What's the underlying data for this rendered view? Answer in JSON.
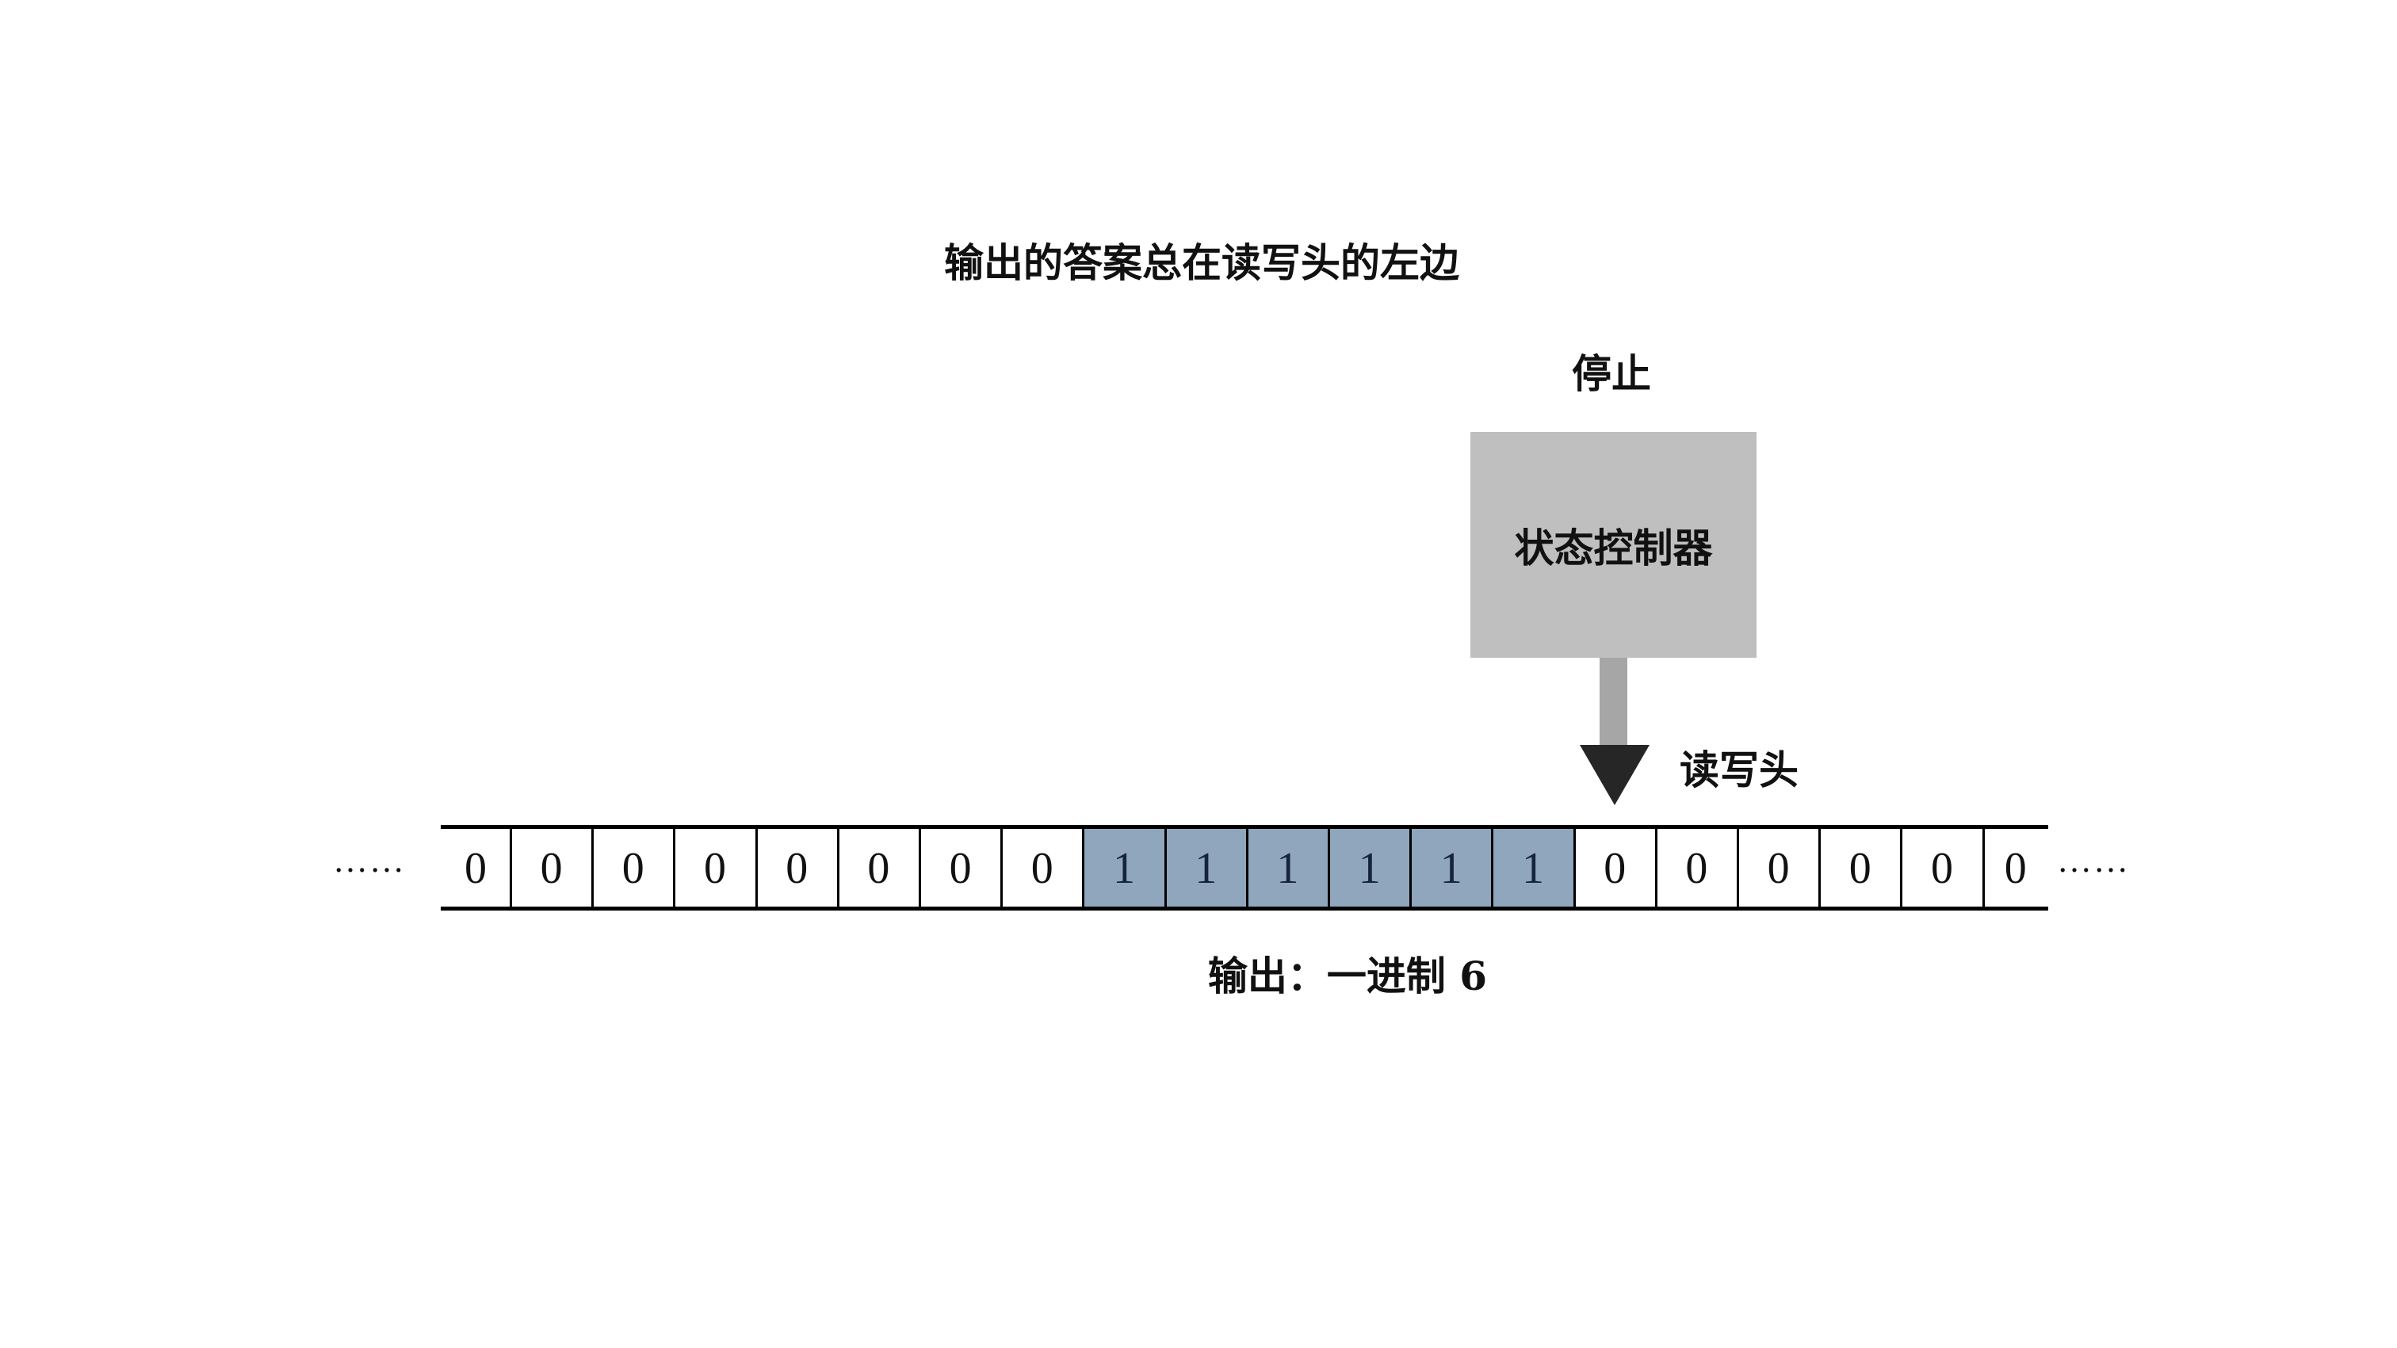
{
  "title": "输出的答案总在读写头的左边",
  "state_label": "停止",
  "controller_label": "状态控制器",
  "head_label": "读写头",
  "ellipsis_left": "……",
  "ellipsis_right": "……",
  "tape": [
    "0",
    "0",
    "0",
    "0",
    "0",
    "0",
    "0",
    "0",
    "1",
    "1",
    "1",
    "1",
    "1",
    "1",
    "0",
    "0",
    "0",
    "0",
    "0",
    "0"
  ],
  "output_label": "输出：一进制 6",
  "colors": {
    "highlight": "#8fa6bc",
    "controller": "#bfbfbf",
    "shaft": "#a6a6a6",
    "arrow": "#262626"
  }
}
